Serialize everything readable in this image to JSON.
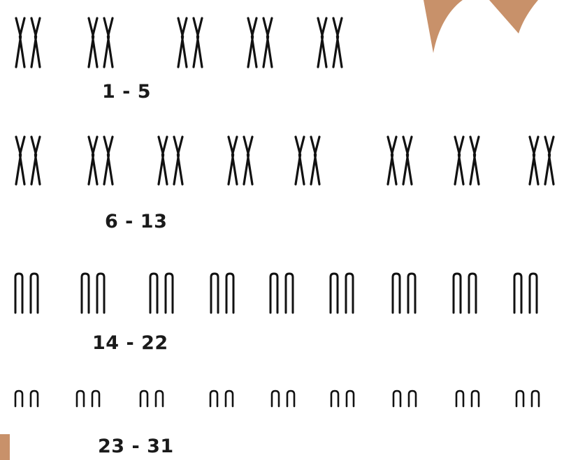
{
  "figure": {
    "background": "#ffffff",
    "accent_color": "#c8916a",
    "chromosome_color": "#111111",
    "rows": [
      {
        "label": "1 - 5",
        "shape": "x-shaped",
        "pair_count": 5
      },
      {
        "label": "6 - 13",
        "shape": "x-shaped",
        "pair_count": 8
      },
      {
        "label": "14 - 22",
        "shape": "arch-shaped",
        "pair_count": 9
      },
      {
        "label": "23 - 31",
        "shape": "arch-shaped",
        "pair_count": 9
      }
    ]
  }
}
